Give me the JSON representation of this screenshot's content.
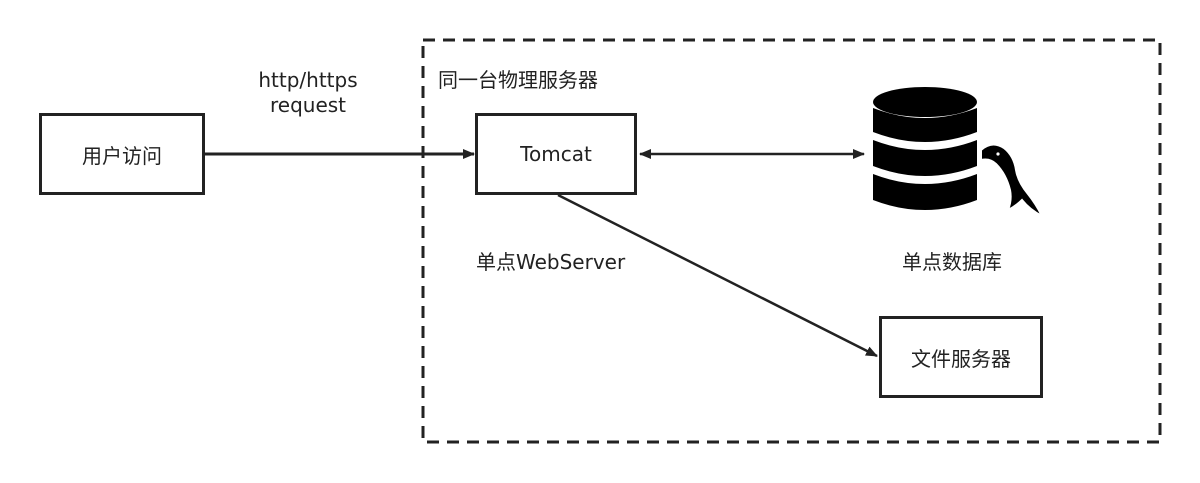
{
  "server_group": {
    "label": "同一台物理服务器"
  },
  "user": {
    "label": "用户访问"
  },
  "request": {
    "line1": "http/https",
    "line2": "request"
  },
  "tomcat": {
    "label": "Tomcat",
    "caption": "单点WebServer"
  },
  "database": {
    "caption": "单点数据库",
    "icon": "mysql-database-icon"
  },
  "file_server": {
    "label": "文件服务器"
  },
  "colors": {
    "stroke": "#222222",
    "background": "#ffffff"
  }
}
